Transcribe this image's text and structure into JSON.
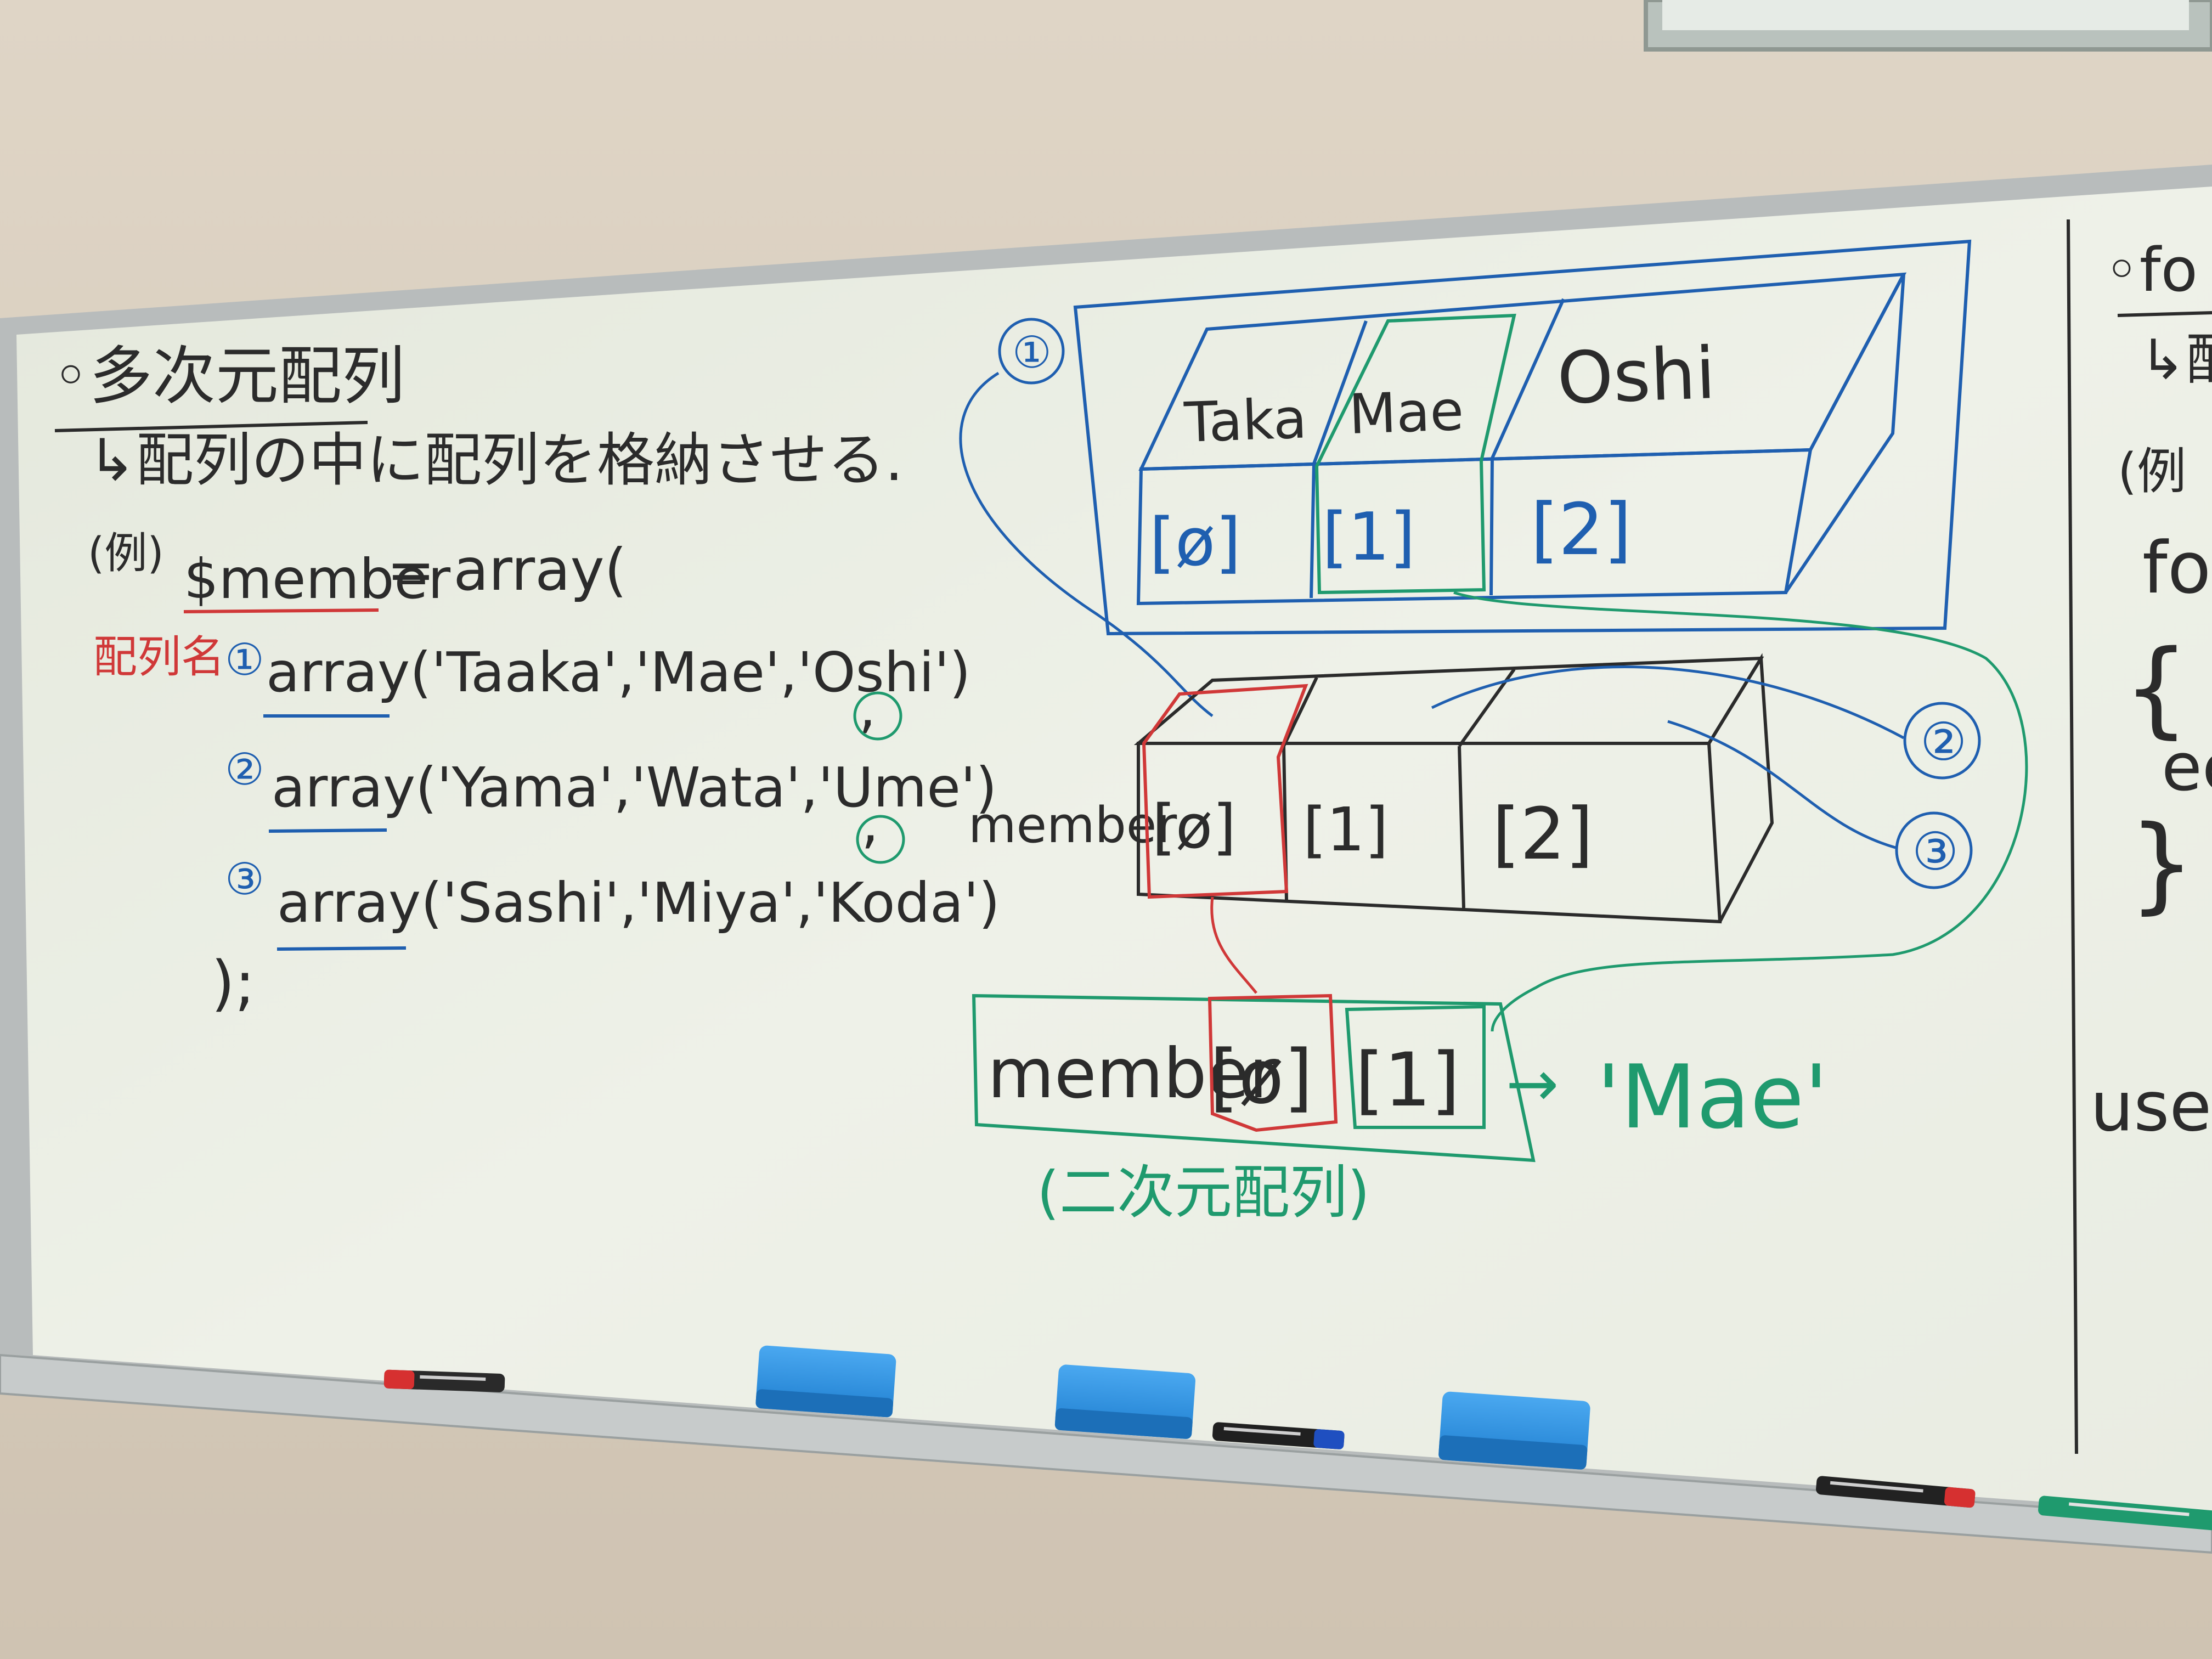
{
  "left_notes": {
    "title": "◦多次元配列",
    "subtitle": "↳配列の中に配列を格納させる.",
    "example_label": "(例)",
    "declaration_var": "$member",
    "declaration_rest": "= array(",
    "array_name_note": "配列名",
    "rows": [
      {
        "marker": "①",
        "code": "array('Taaka','Mae','Oshi')",
        "comma": ","
      },
      {
        "marker": "②",
        "code": "array('Yama','Wata','Ume')",
        "comma": ","
      },
      {
        "marker": "③",
        "code": "array('Sashi','Miya','Koda')",
        "comma": ""
      }
    ],
    "closing": ");"
  },
  "diagram": {
    "inner_array": {
      "marker": "①",
      "values": [
        "Taka",
        "Mae",
        "Oshi"
      ],
      "indexes": [
        "[ø]",
        "[1]",
        "[2]"
      ]
    },
    "outer_array": {
      "label": "member",
      "indexes": [
        "[ø]",
        "[1]",
        "[2]"
      ],
      "markers": [
        "②",
        "③"
      ]
    },
    "access": {
      "expression_name": "member",
      "index_1": "[ø]",
      "index_2": "[1]",
      "arrow": "→",
      "result": "'Mae'",
      "caption": "(二次元配列)"
    }
  },
  "right_panel": {
    "title": "◦fo",
    "subtitle": "↳配",
    "example_label": "(例",
    "line1": "fo",
    "brace_open": "{",
    "line2": "ec",
    "brace_close": "}",
    "line3": "users"
  },
  "colors": {
    "wall": "#d9cdbd",
    "board": "#edf0e6",
    "ink_black": "#2b2b2b",
    "ink_blue": "#1f5fb0",
    "ink_red": "#d03838",
    "ink_green": "#1f9a6e",
    "eraser": "#2f8fe0"
  }
}
